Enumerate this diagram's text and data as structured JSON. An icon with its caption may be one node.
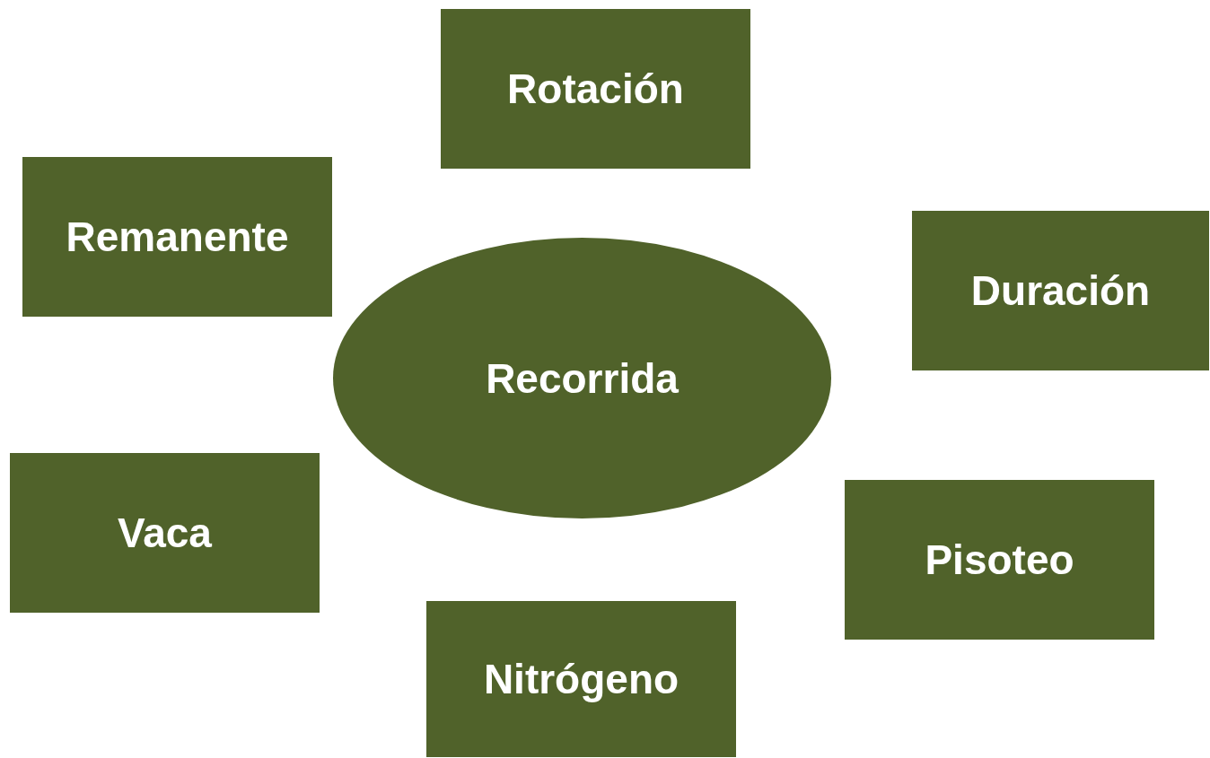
{
  "diagram": {
    "nodes": [
      {
        "text": [
          "Rotación"
        ]
      },
      {
        "text": [
          "Remanente"
        ]
      },
      {
        "text": [
          "Duración"
        ]
      },
      {
        "text": [
          "Recorrida"
        ]
      },
      {
        "text": [
          "Vaca"
        ]
      },
      {
        "text": [
          "Pisoteo"
        ]
      },
      {
        "text": [
          "Nitrógeno"
        ]
      }
    ]
  }
}
